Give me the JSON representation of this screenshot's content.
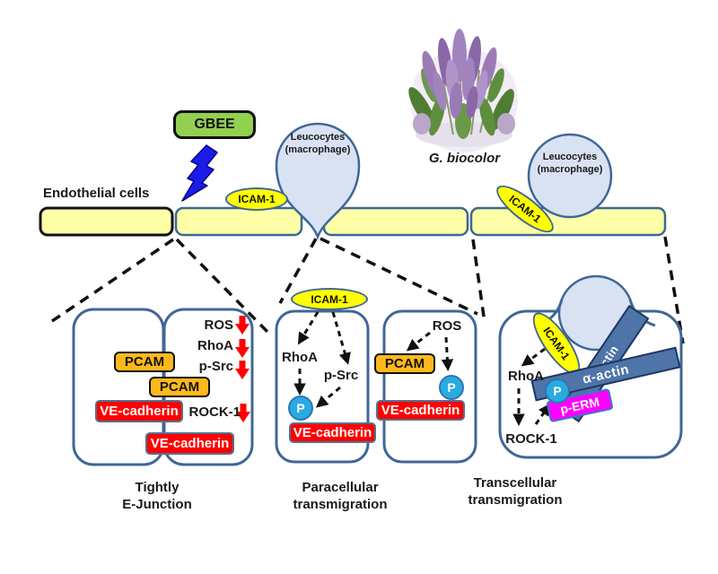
{
  "colors": {
    "membrane_fill": "#FEFFA6",
    "membrane_border": "#3F6797",
    "cell_border": "#3F6797",
    "icam_fill": "#FFFF00",
    "pcam_fill": "#FFB81C",
    "ve_cadherin_fill": "#FF0000",
    "p_circle_fill": "#29ABE2",
    "perm_fill": "#FF00FF",
    "actin_fill": "#4F74A8",
    "gbee_fill": "#92D050",
    "leucocyte_fill": "#D9E2F3",
    "bolt_fill": "#1C1CE8",
    "down_arrow_fill": "#FF0000"
  },
  "header": {
    "endothelial_label": "Endothelial cells",
    "gbee_label": "GBEE",
    "leucocytes_line1": "Leucocytes",
    "leucocytes_line2": "(macrophage)",
    "plant_label": "G. biocolor"
  },
  "molecules": {
    "icam": "ICAM-1",
    "ros": "ROS",
    "rhoa": "RhoA",
    "psrc": "p-Src",
    "rock1": "ROCK-1",
    "pcam": "PCAM",
    "ve_cadherin": "VE-cadherin",
    "p": "P",
    "perm": "p-ERM",
    "alpha_actin": "α-actin"
  },
  "captions": {
    "tight_line1": "Tightly",
    "tight_line2": "E-Junction",
    "para_line1": "Paracellular",
    "para_line2": "transmigration",
    "trans_line1": "Transcellular",
    "trans_line2": "transmigration"
  }
}
